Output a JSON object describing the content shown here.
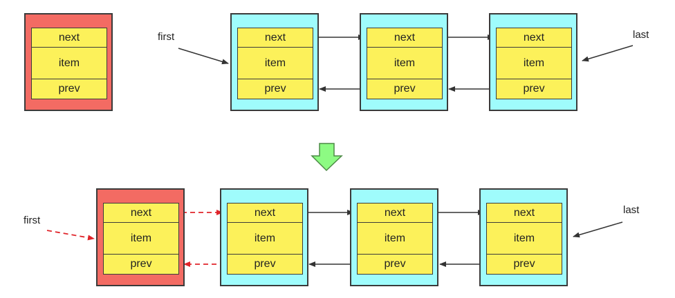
{
  "fields": {
    "next": "next",
    "item": "item",
    "prev": "prev"
  },
  "top_diagram": {
    "first_label": "first",
    "last_label": "last"
  },
  "bottom_diagram": {
    "first_label": "first",
    "last_label": "last"
  },
  "colors": {
    "new_node": "#f36b63",
    "node": "#9ffcfc",
    "field": "#fcf15a",
    "new_link": "#e0242a",
    "down_arrow": "#8dfb83"
  }
}
